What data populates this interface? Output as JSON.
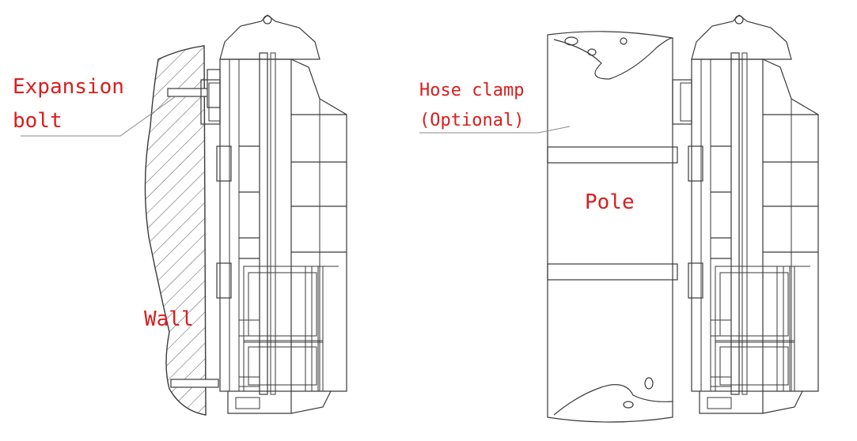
{
  "labels": {
    "expansion_bolt_line1": "Expansion",
    "expansion_bolt_line2": "bolt",
    "hose_clamp_line1": "Hose clamp",
    "hose_clamp_line2": "(Optional)",
    "pole": "Pole",
    "wall": "Wall"
  },
  "colors": {
    "label": "#d81e1e",
    "line": "#3a3a3a",
    "leader": "#8a8a8a"
  }
}
